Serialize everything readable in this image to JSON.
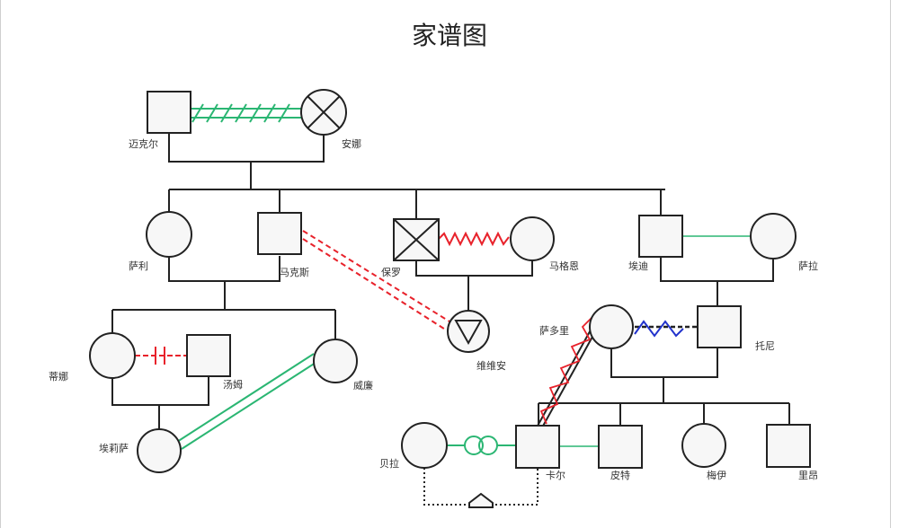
{
  "title": "家谱图",
  "people": {
    "michael": "迈克尔",
    "anna": "安娜",
    "sally": "萨利",
    "marcus": "马克斯",
    "paul": "保罗",
    "margaret": "马格恩",
    "eddie": "埃迪",
    "sara": "萨拉",
    "tina": "蒂娜",
    "tom": "汤姆",
    "wei": "威廉",
    "vivian": "维维安",
    "sadori": "萨多里",
    "tony": "托尼",
    "alyssa": "埃莉萨",
    "bella": "贝拉",
    "karl": "卡尔",
    "pete": "皮特",
    "mei": "梅伊",
    "leon": "里昂"
  },
  "colors": {
    "green": "#2bb673",
    "red": "#e8222b",
    "blue": "#2233cc",
    "black": "#222222"
  }
}
